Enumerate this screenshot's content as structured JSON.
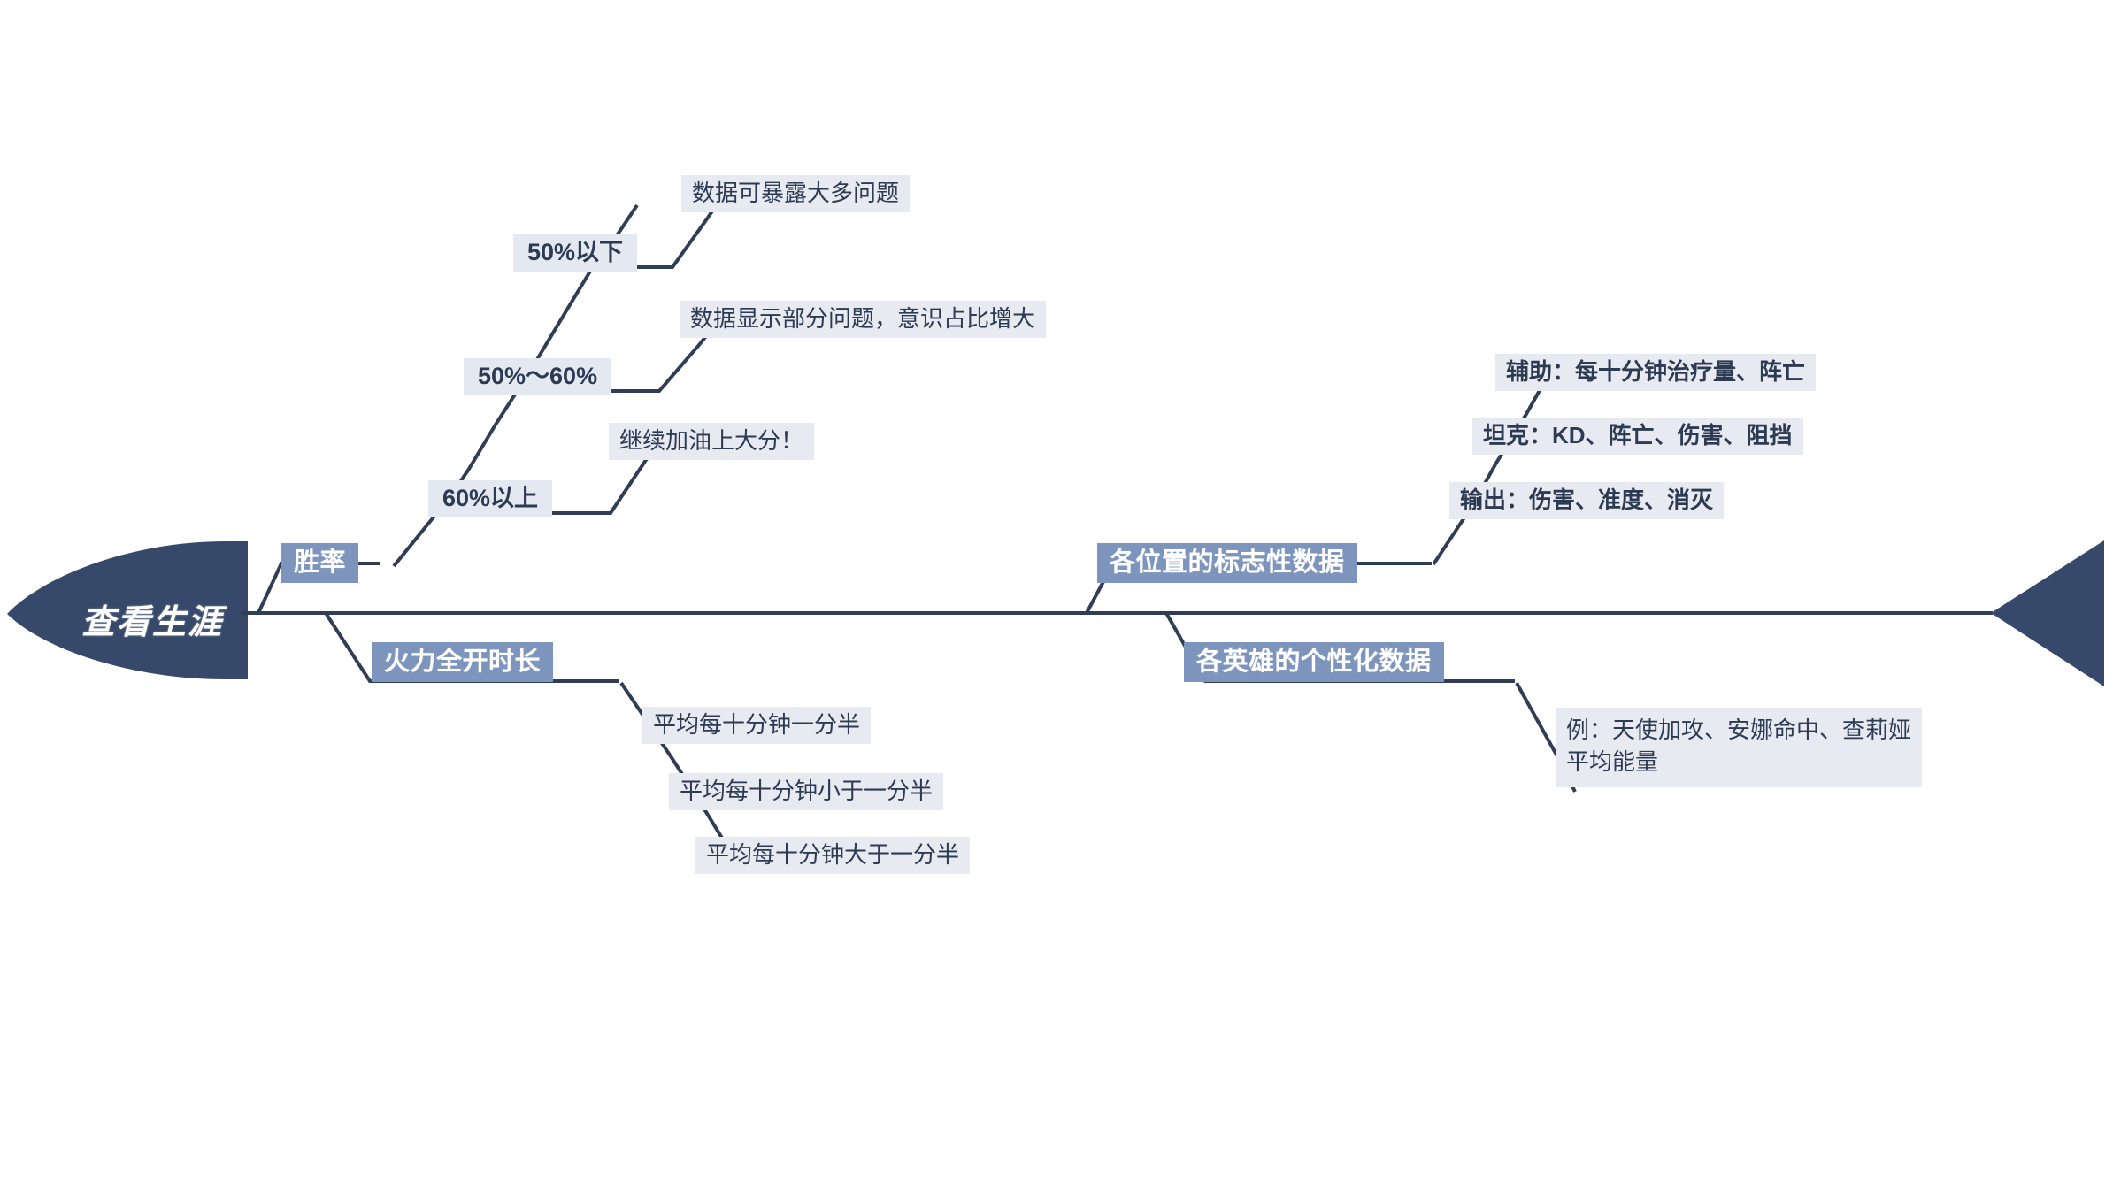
{
  "diagram": {
    "type": "fishbone",
    "head": {
      "label": "查看生涯"
    },
    "colors": {
      "head_fill": "#36496a",
      "tail_fill": "#36496a",
      "spine_stroke": "#2f3e55",
      "branch_stroke": "#2f3e55",
      "category_bg": "#7d95bd",
      "category_text": "#ffffff",
      "leaf_bg": "#e7eaf1",
      "leaf_text": "#2c3a52",
      "background": "#ffffff"
    },
    "branches": [
      {
        "id": "win-rate",
        "position": "upper-left",
        "label": "胜率",
        "children": [
          {
            "label": "50%以下",
            "children": [
              {
                "label": "数据可暴露大多问题"
              }
            ]
          },
          {
            "label": "50%～60%",
            "children": [
              {
                "label": "数据显示部分问题，意识占比增大"
              }
            ]
          },
          {
            "label": "60%以上",
            "children": [
              {
                "label": "继续加油上大分！"
              }
            ]
          }
        ]
      },
      {
        "id": "full-fire-duration",
        "position": "lower-left",
        "label": "火力全开时长",
        "children": [
          {
            "label": "平均每十分钟一分半"
          },
          {
            "label": "平均每十分钟小于一分半"
          },
          {
            "label": "平均每十分钟大于一分半"
          }
        ]
      },
      {
        "id": "role-signature-stats",
        "position": "upper-right",
        "label": "各位置的标志性数据",
        "children": [
          {
            "label": "辅助：每十分钟治疗量、阵亡"
          },
          {
            "label": "坦克：KD、阵亡、伤害、阻挡"
          },
          {
            "label": "输出：伤害、准度、消灭"
          }
        ]
      },
      {
        "id": "hero-specific-stats",
        "position": "lower-right",
        "label": "各英雄的个性化数据",
        "children": [
          {
            "label": "例：天使加攻、安娜命中、查莉娅\n平均能量"
          }
        ]
      }
    ]
  }
}
